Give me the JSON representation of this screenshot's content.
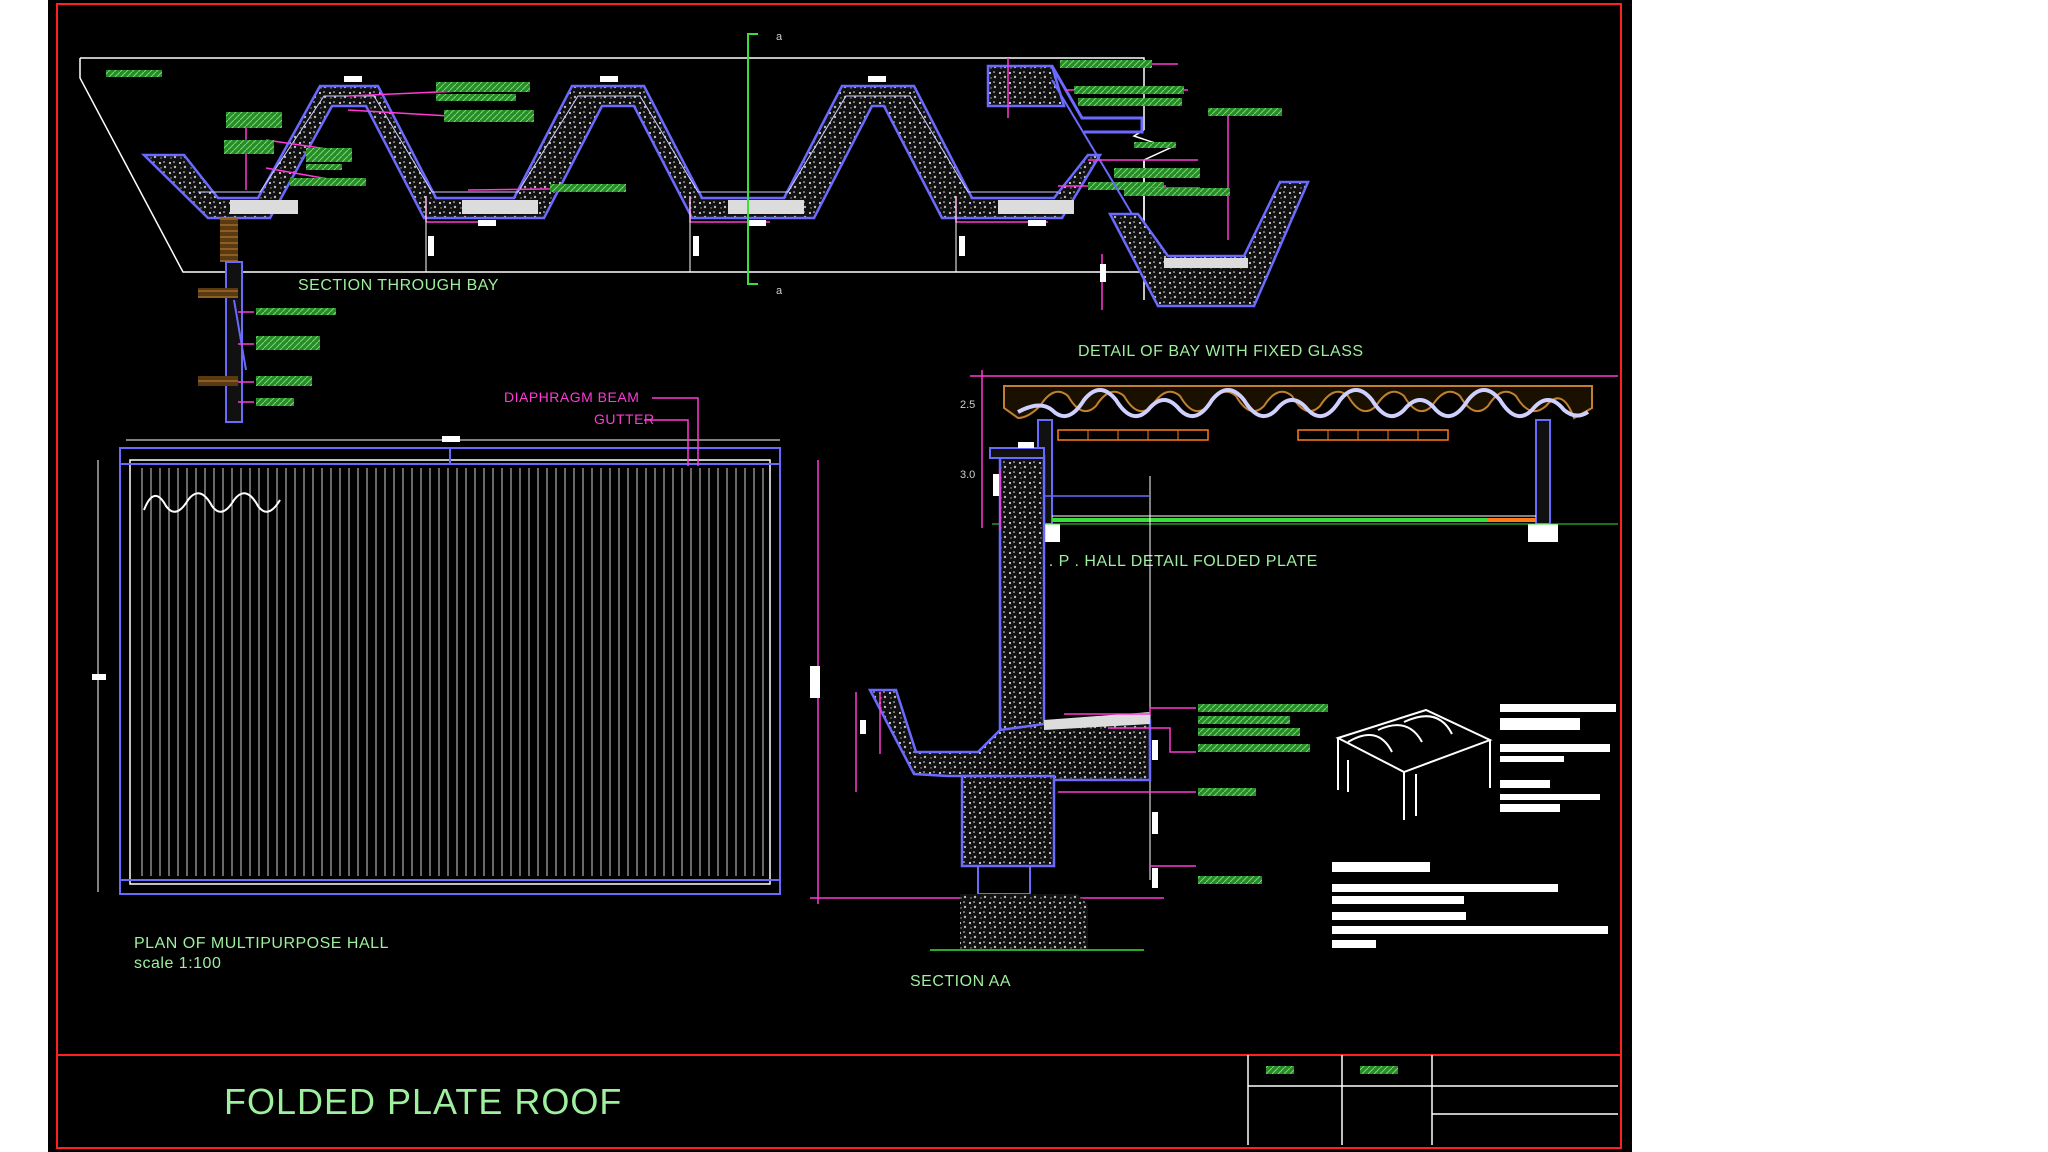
{
  "drawing": {
    "title": "FOLDED PLATE ROOF",
    "views": {
      "section_bay": "SECTION THROUGH BAY",
      "detail_bay": "DETAIL OF BAY WITH FIXED GLASS",
      "mp_hall": "M . P . HALL DETAIL FOLDED PLATE",
      "plan_title": "PLAN OF MULTIPURPOSE HALL",
      "plan_scale": "scale 1:100",
      "section_aa": "SECTION AA"
    },
    "callouts": {
      "diaphragm_beam": "DIAPHRAGM BEAM",
      "gutter": "GUTTER"
    },
    "section_marks": {
      "top": "a",
      "bottom": "a"
    },
    "dimensions": {
      "roof_height": "2.5",
      "wall_height": "3.0"
    }
  },
  "colors": {
    "sheet_bg": "#000000",
    "border": "#ff2020",
    "outline": "#ffffff",
    "structure": "#6a6aff",
    "dimension": "#ff3ad6",
    "label": "#9ef09e",
    "note_fill": "#38b838",
    "hatch": "#c8c8c8"
  }
}
